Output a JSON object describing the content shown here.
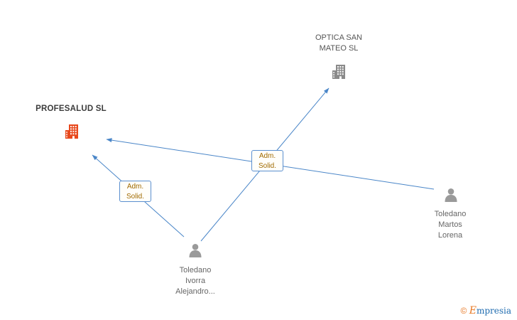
{
  "optica": {
    "line1": "OPTICA SAN",
    "line2": "MATEO SL"
  },
  "profesalud": {
    "label": "PROFESALUD SL"
  },
  "person_bottom": {
    "line1": "Toledano",
    "line2": "Ivorra",
    "line3": "Alejandro..."
  },
  "person_right": {
    "line1": "Toledano",
    "line2": "Martos",
    "line3": "Lorena"
  },
  "edge_labels": [
    {
      "line1": "Adm.",
      "line2": "Solid."
    },
    {
      "line1": "Adm.",
      "line2": "Solid."
    }
  ],
  "watermark": {
    "copyright": "©",
    "brand_e": "E",
    "brand_rest": "mpresia"
  },
  "colors": {
    "edge": "#4a86c8",
    "company_highlight": "#e8491d",
    "company_neutral": "#8a8a8a",
    "person": "#9a9a9a",
    "edge_label_text": "#a06a00",
    "label_text": "#666666"
  }
}
